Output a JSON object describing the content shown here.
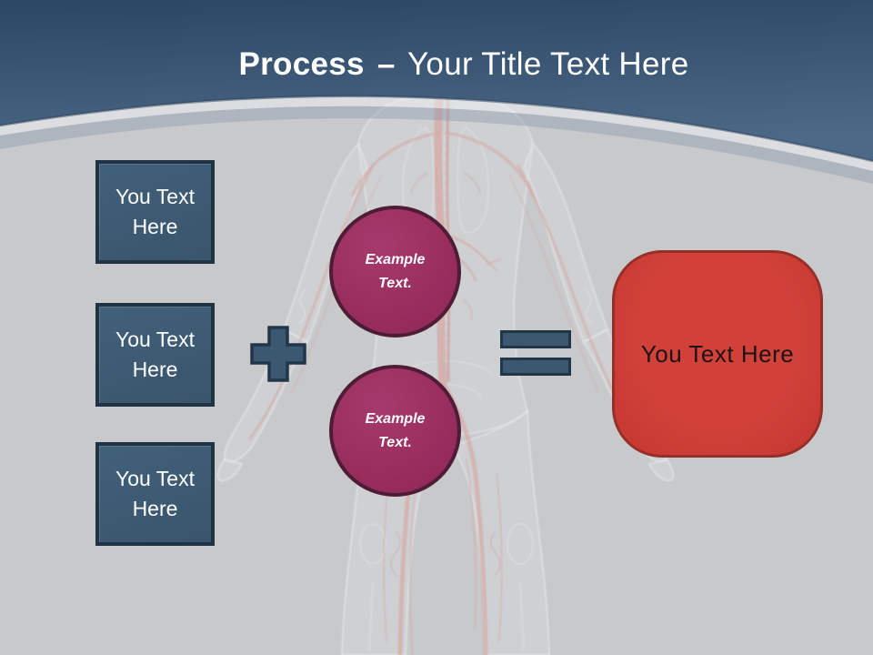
{
  "title": {
    "emphasis": "Process",
    "separator": "–",
    "text": "Your Title Text Here"
  },
  "equation": {
    "inputs": [
      {
        "label": "You Text Here"
      },
      {
        "label": "You Text Here"
      },
      {
        "label": "You Text Here"
      }
    ],
    "plus_operator": "+",
    "circles": [
      {
        "label": "Example Text."
      },
      {
        "label": "Example Text."
      }
    ],
    "equals_operator": "=",
    "result": {
      "label": "You Text Here"
    }
  },
  "icons": {
    "plus": "plus-icon",
    "equals": "equals-icon"
  },
  "colors": {
    "header_gradient_top": "#2b4663",
    "header_gradient_bottom": "#4c6987",
    "canvas_gray": "#c8c9cb",
    "curve_band": "#b0b7c0",
    "input_box_fill": "#3c5870",
    "input_box_border": "#203345",
    "circle_fill": "#9c3164",
    "circle_border": "#4f1c35",
    "result_fill": "#cb3a34",
    "result_border": "#972f29",
    "title_text": "#ffffff",
    "box_text": "#ffffff",
    "circle_text": "#ffffff",
    "result_text": "#1c1414",
    "vessel_red": "#e09187"
  }
}
